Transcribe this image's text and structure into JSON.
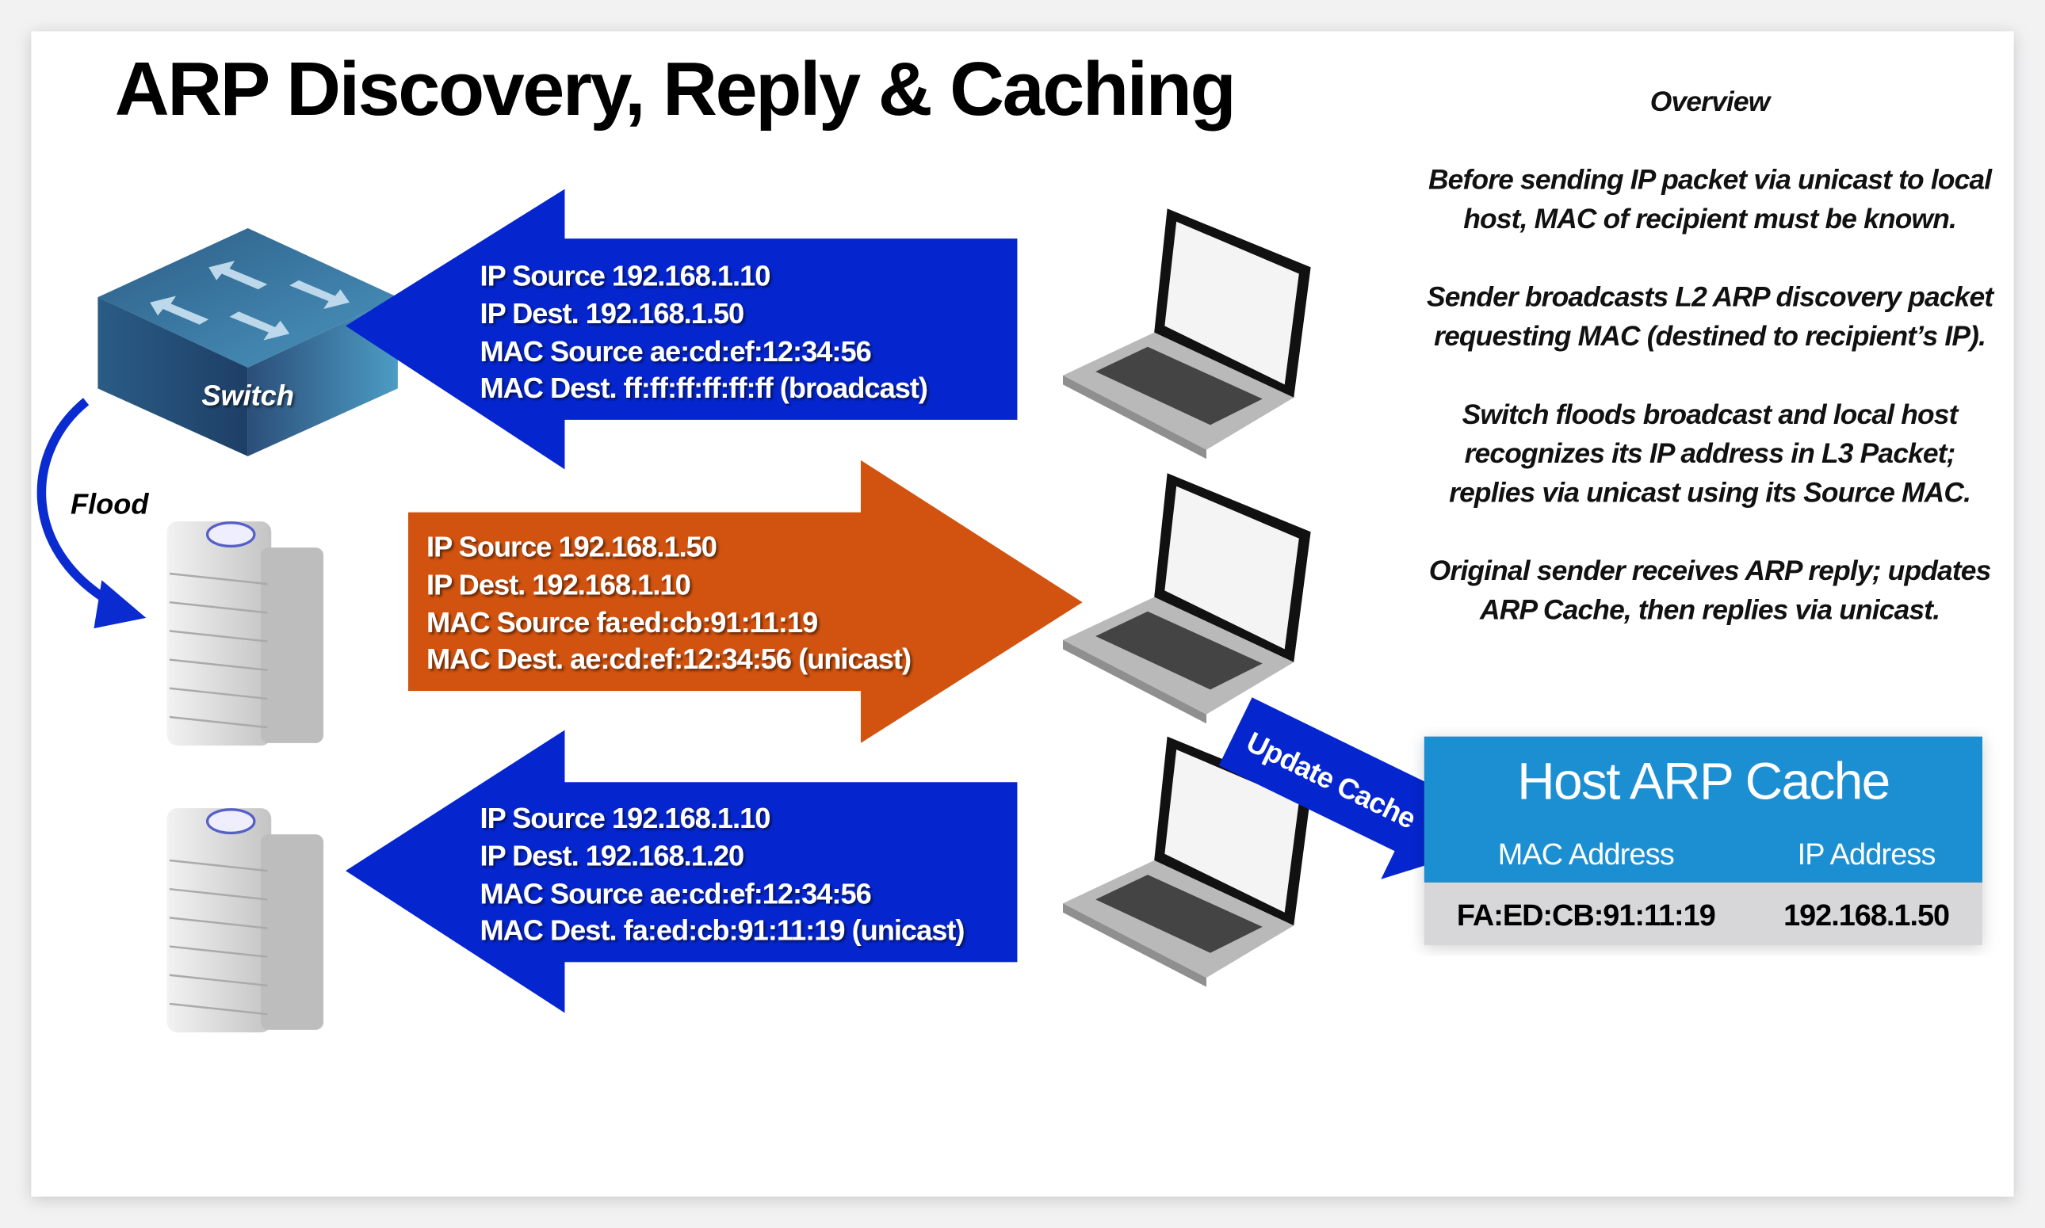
{
  "title": "ARP Discovery, Reply & Caching",
  "colors": {
    "discovery_arrow": "#0526cf",
    "reply_arrow": "#d2530f",
    "cache_header": "#1c8fd2",
    "cache_row": "#d7d7d9"
  },
  "overview": {
    "heading": "Overview",
    "paragraphs": [
      [
        "Before sending IP packet via unicast to local",
        "host, MAC of recipient must be known."
      ],
      [
        "Sender broadcasts L2 ARP discovery packet",
        "requesting MAC (destined to recipient’s IP)."
      ],
      [
        "Switch floods broadcast and local host",
        "recognizes its IP address in L3 Packet;",
        "replies via unicast using its Source MAC."
      ],
      [
        "Original sender receives ARP reply; updates",
        "ARP Cache, then replies via unicast."
      ]
    ]
  },
  "switch": {
    "label": "Switch",
    "icon": "network-switch-icon"
  },
  "flood": {
    "label": "Flood"
  },
  "packets": [
    {
      "direction": "left",
      "lines": [
        "IP Source 192.168.1.10",
        "IP Dest. 192.168.1.50",
        "MAC Source ae:cd:ef:12:34:56",
        "MAC Dest. ff:ff:ff:ff:ff:ff (broadcast)"
      ]
    },
    {
      "direction": "right",
      "lines": [
        "IP Source 192.168.1.50",
        "IP Dest. 192.168.1.10",
        "MAC Source fa:ed:cb:91:11:19",
        "MAC Dest. ae:cd:ef:12:34:56 (unicast)"
      ]
    },
    {
      "direction": "left",
      "lines": [
        "IP Source 192.168.1.10",
        "IP Dest. 192.168.1.20",
        "MAC Source ae:cd:ef:12:34:56",
        "MAC Dest. fa:ed:cb:91:11:19 (unicast)"
      ]
    }
  ],
  "update_cache": {
    "label": "Update Cache"
  },
  "cache": {
    "title": "Host ARP Cache",
    "columns": [
      "MAC Address",
      "IP Address"
    ],
    "rows": [
      [
        "FA:ED:CB:91:11:19",
        "192.168.1.50"
      ]
    ]
  }
}
